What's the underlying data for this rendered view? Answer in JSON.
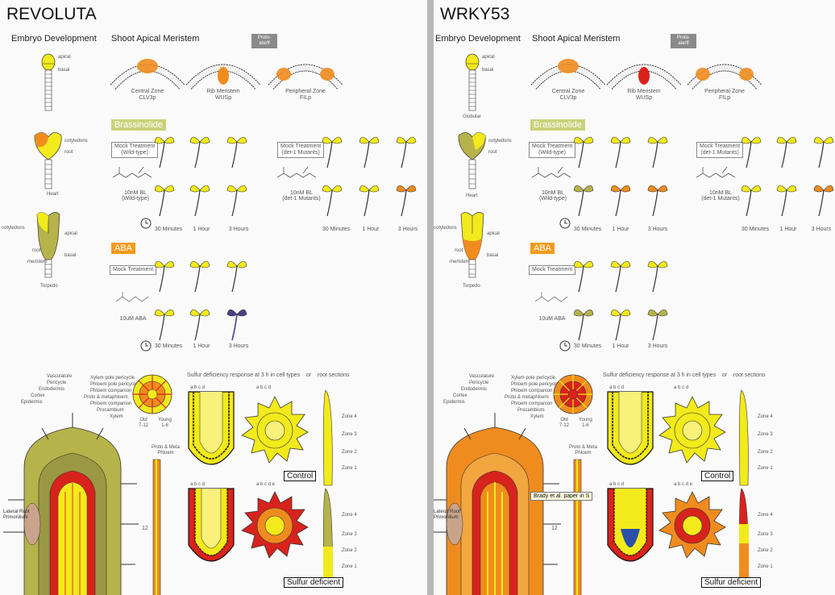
{
  "colors": {
    "yellow": "#f2ea1a",
    "light_yellow": "#f8f17a",
    "orange": "#f08c1e",
    "olive": "#b6b34a",
    "red": "#d8231c",
    "purple": "#4b3f86",
    "brass_tag": "#c9d27a",
    "aba_tag": "#f39a1c",
    "gray_tag": "#8a8a8a",
    "divider": "#b8b8b8"
  },
  "common": {
    "embryo_title": "Embryo Development",
    "sam_title": "Shoot Apical Meristem",
    "proto_tag": "Proto-\naterff",
    "zones": [
      {
        "name": "Central Zone",
        "marker": "CLV3p"
      },
      {
        "name": "Rib Meristem",
        "marker": "WUSp"
      },
      {
        "name": "Peripheral Zone",
        "marker": "FILp"
      }
    ],
    "embryo": {
      "apical": "apical",
      "basal": "basal",
      "globular": "Globular",
      "cotyledons": "cotyledons",
      "root": "root",
      "heart": "Heart",
      "meristem": "meristem",
      "torpedo": "Torpedo"
    },
    "brassinolide": "Brassinolide",
    "mock_wt": "Mock Treatment\n(Wild-type)",
    "mock_det": "Mock Treatment\n(det-1 Mutants)",
    "bl_wt": "10nM BL\n(Wild-type)",
    "bl_det": "10nM BL\n(det-1 Mutants)",
    "times": [
      "30 Minutes",
      "1 Hour",
      "3 Hours"
    ],
    "aba": "ABA",
    "mock": "Mock Treatment",
    "aba_dose": "10uM ABA",
    "sulfur_title": "Sulfur deficiency response at 3 h in cell types    or    root sections",
    "root_labels": [
      "Vasculature",
      "Pericycle",
      "Endodermis",
      "Cortex",
      "Epidermis"
    ],
    "xylem_labels": [
      "Xylem pole pericycle",
      "Phloem pole pericycle",
      "Phloem companion",
      "Proto & metaphloem",
      "Phloem companion",
      "Procambium",
      "Xylem"
    ],
    "old": "Old\n7-12",
    "young": "Young\n1-6",
    "proto_meta": "Proto & Meta\nPhloem",
    "lateral": "Lateral Root\nPrimordium",
    "num12": "12",
    "ctrl_abcd": "a  b c  d",
    "ctrl_cross": "a   b c d",
    "sd_abcd": "a  b c  d",
    "sd_cross": "a   b c d e",
    "zone_labels": [
      "Zone 4",
      "Zone 3",
      "Zone 2",
      "Zone 1"
    ],
    "control": "Control",
    "sulfur_def": "Sulfur deficient"
  },
  "left": {
    "gene": "REVOLUTA"
  },
  "right": {
    "gene": "WRKY53",
    "tooltip": "Brady et al. paper in S"
  }
}
